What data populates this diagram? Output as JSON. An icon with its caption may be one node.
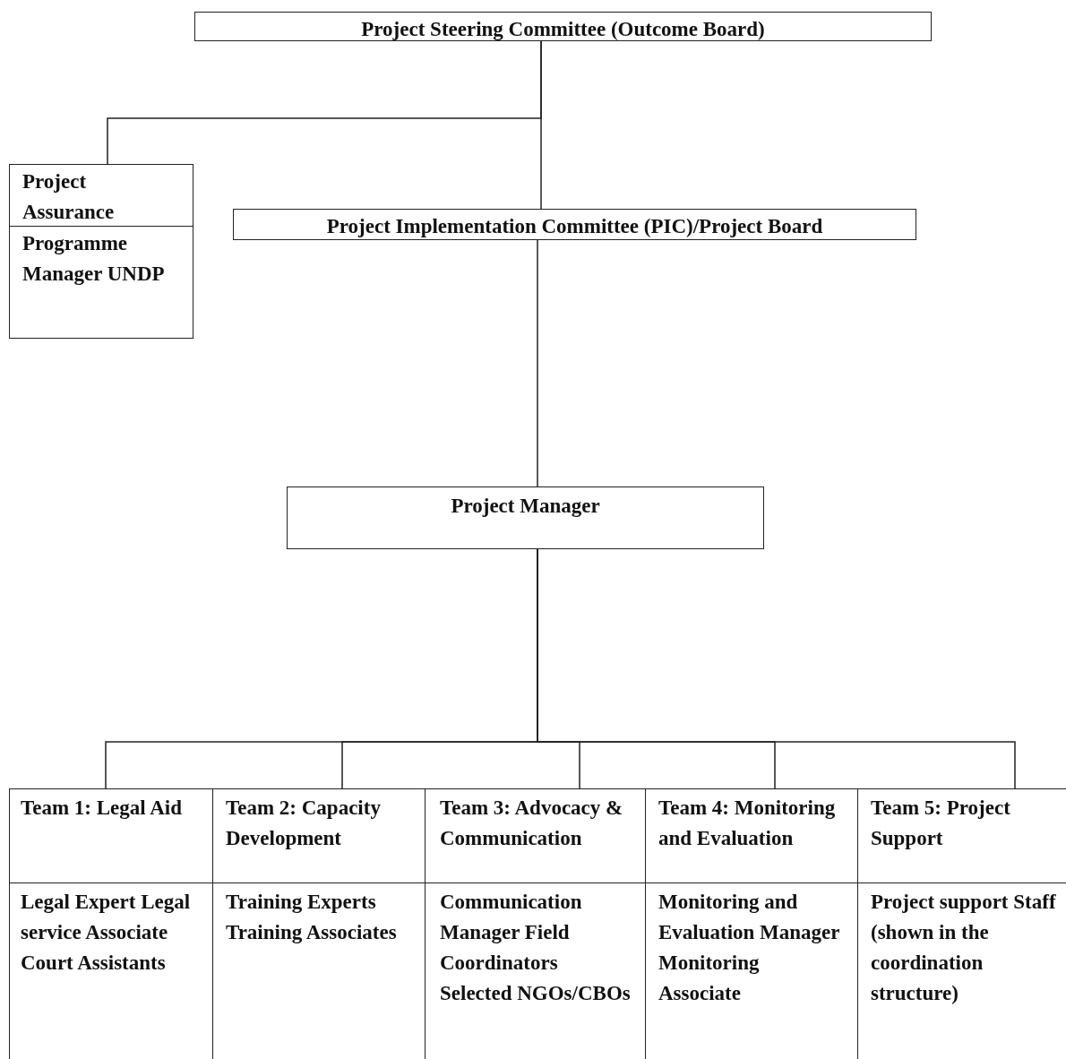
{
  "diagram": {
    "nodes": [
      {
        "text": [
          "Project Steering Committee (Outcome Board)"
        ]
      },
      {
        "text": [
          "Project Assurance",
          "Programme Manager UNDP"
        ]
      },
      {
        "text": [
          "Project Implementation Committee (PIC)/Project Board"
        ]
      },
      {
        "text": [
          "Project Manager"
        ]
      },
      {
        "text": [
          "Team 1: Legal Aid",
          "Legal Expert Legal service Associate Court Assistants"
        ]
      },
      {
        "text": [
          "Team 2: Capacity Development",
          "Training Experts Training Associates"
        ]
      },
      {
        "text": [
          "Team 3: Advocacy & Communication",
          "Communication Manager Field Coordinators Selected NGOs/CBOs"
        ]
      },
      {
        "text": [
          "Team 4: Monitoring and Evaluation",
          "Monitoring and Evaluation Manager Monitoring Associate"
        ]
      },
      {
        "text": [
          "Team 5: Project Support",
          "Project support Staff (shown in the coordination structure)"
        ]
      }
    ],
    "edges": [
      {
        "from": 0,
        "to": 1,
        "arrow": "none"
      },
      {
        "from": 0,
        "to": 2,
        "arrow": "none"
      },
      {
        "from": 2,
        "to": 3,
        "arrow": "none"
      },
      {
        "from": 3,
        "to": 4,
        "arrow": "none"
      },
      {
        "from": 3,
        "to": 5,
        "arrow": "none"
      },
      {
        "from": 3,
        "to": 6,
        "arrow": "none"
      },
      {
        "from": 3,
        "to": 7,
        "arrow": "none"
      },
      {
        "from": 3,
        "to": 8,
        "arrow": "none"
      }
    ]
  }
}
